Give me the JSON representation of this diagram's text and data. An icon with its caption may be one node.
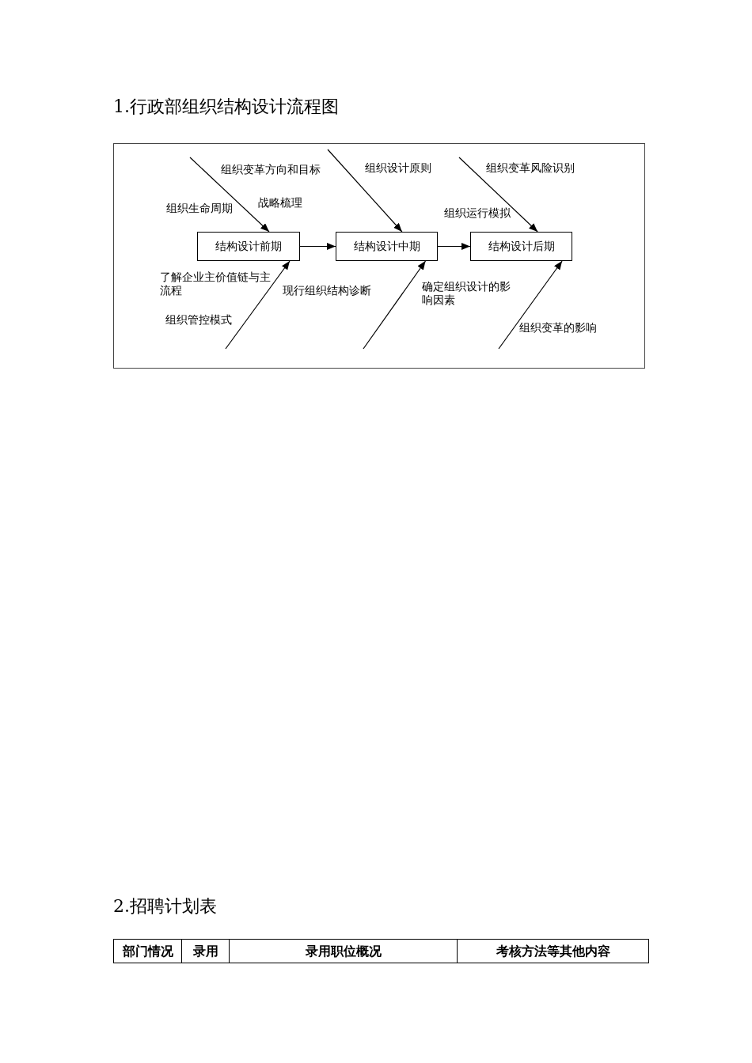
{
  "diagram": {
    "title": "1.行政部组织结构设计流程图",
    "nodes": [
      {
        "text": [],
        "shape": "box"
      },
      {
        "text": [
          "结构设计前期"
        ],
        "in": 0
      },
      {
        "text": [
          "结构设计中期"
        ],
        "in": 0
      },
      {
        "text": [
          "结构设计后期"
        ],
        "in": 0
      }
    ],
    "edges": [
      {
        "from": null,
        "to": 1,
        "arrow": "to"
      },
      {
        "from": null,
        "to": 2,
        "arrow": "to"
      },
      {
        "from": null,
        "to": 3,
        "arrow": "to"
      },
      {
        "from": 1,
        "to": 2,
        "arrow": "to"
      },
      {
        "from": 2,
        "to": 3,
        "arrow": "to"
      },
      {
        "from": null,
        "to": 1,
        "arrow": "to"
      },
      {
        "from": null,
        "to": 2,
        "arrow": "to"
      },
      {
        "from": null,
        "to": 3,
        "arrow": "to"
      }
    ],
    "labels": [
      "组织变革方向和目标",
      "组织设计原则",
      "组织变革风险识别",
      "战略梳理",
      "组织生命周期",
      "组织运行模拟",
      "了解企业主价值链与主流程",
      "确定组织设计的影响因素",
      "现行组织结构诊断",
      "组织管控模式",
      "组织变革的影响",
      "2.招聘计划表",
      "部门情况",
      "录用",
      "录用职位概况",
      "考核方法等其他内容"
    ]
  }
}
